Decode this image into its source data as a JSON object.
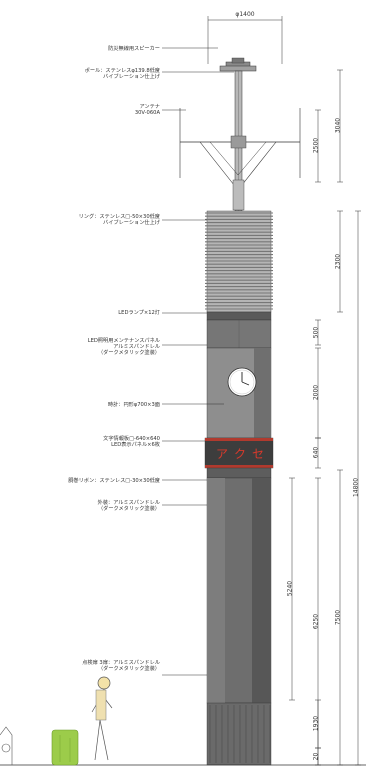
{
  "top_dimension": "φ1400",
  "callouts": [
    {
      "id": "speaker",
      "lines": [
        "防災無線用スピーカー"
      ]
    },
    {
      "id": "pole",
      "lines": [
        "ポール：ステンレスφ139.8低度",
        "バイブレーション仕上げ"
      ]
    },
    {
      "id": "antenna",
      "lines": [
        "アンテナ",
        "30V-060A"
      ]
    },
    {
      "id": "ring",
      "lines": [
        "リング：ステンレス□-50×30低度",
        "バイブレーション仕上げ"
      ]
    },
    {
      "id": "led-lamp",
      "lines": [
        "LEDランプ×12灯"
      ]
    },
    {
      "id": "led-panel",
      "lines": [
        "LED照明用メンテナンスパネル",
        "アルミスパンドレル",
        "（ダークメタリック塗装）"
      ]
    },
    {
      "id": "clock",
      "lines": [
        "時計：円形φ700×3面"
      ]
    },
    {
      "id": "display",
      "lines": [
        "文字情報板□-640×640",
        "LED表示パネル×6枚"
      ]
    },
    {
      "id": "band",
      "lines": [
        "胴巻リボン：ステンレス□-30×30低度"
      ]
    },
    {
      "id": "exterior",
      "lines": [
        "外装：アルミスパンドレル",
        "（ダークメタリック塗装）"
      ]
    },
    {
      "id": "inspection",
      "lines": [
        "点検扉 3扉：アルミスパンドレル",
        "（ダークメタリック塗装）"
      ]
    }
  ],
  "dimensions": {
    "antenna_a": "2500",
    "antenna_b": "3040",
    "ring_section": "2300",
    "panel_section": "500",
    "clock_section": "2000",
    "display_section": "640",
    "lower_a": "5240",
    "lower_b": "6250",
    "lower_c": "7500",
    "base": "1930",
    "ground": "20",
    "total": "14800"
  },
  "display_characters": [
    "ア",
    "ク",
    "セ"
  ],
  "colors": {
    "tower": "#6b6b6b",
    "tower_dark": "#4f4f4f",
    "tower_light": "#9a9a9a",
    "ring_band": "#8a8a8a",
    "led_red": "#d8392b",
    "tree_green": "#9ccc4a",
    "line": "#333333"
  }
}
